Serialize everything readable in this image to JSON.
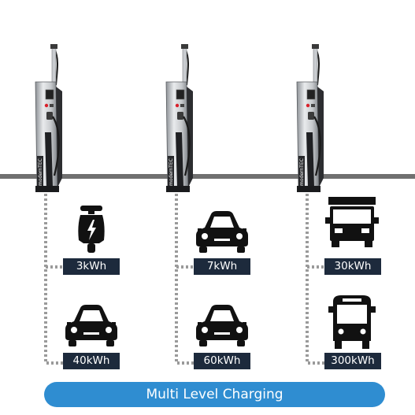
{
  "stations": [
    {
      "brand": "modernTEC"
    },
    {
      "brand": "modernTEC"
    },
    {
      "brand": "modernTEC"
    }
  ],
  "vehicles": [
    {
      "icon": "scooter-icon",
      "label": "3kWh"
    },
    {
      "icon": "car-icon",
      "label": "40kWh"
    },
    {
      "icon": "car-icon",
      "label": "7kWh"
    },
    {
      "icon": "car-icon",
      "label": "60kWh"
    },
    {
      "icon": "truck-icon",
      "label": "30kWh"
    },
    {
      "icon": "bus-icon",
      "label": "300kWh"
    }
  ],
  "banner": {
    "text": "Multi Level Charging"
  },
  "colors": {
    "label_bg": "#1d2a3c",
    "banner_bg": "#2f8dd1",
    "rail": "#707070",
    "connector": "#9a9a9a",
    "icon": "#111111"
  }
}
